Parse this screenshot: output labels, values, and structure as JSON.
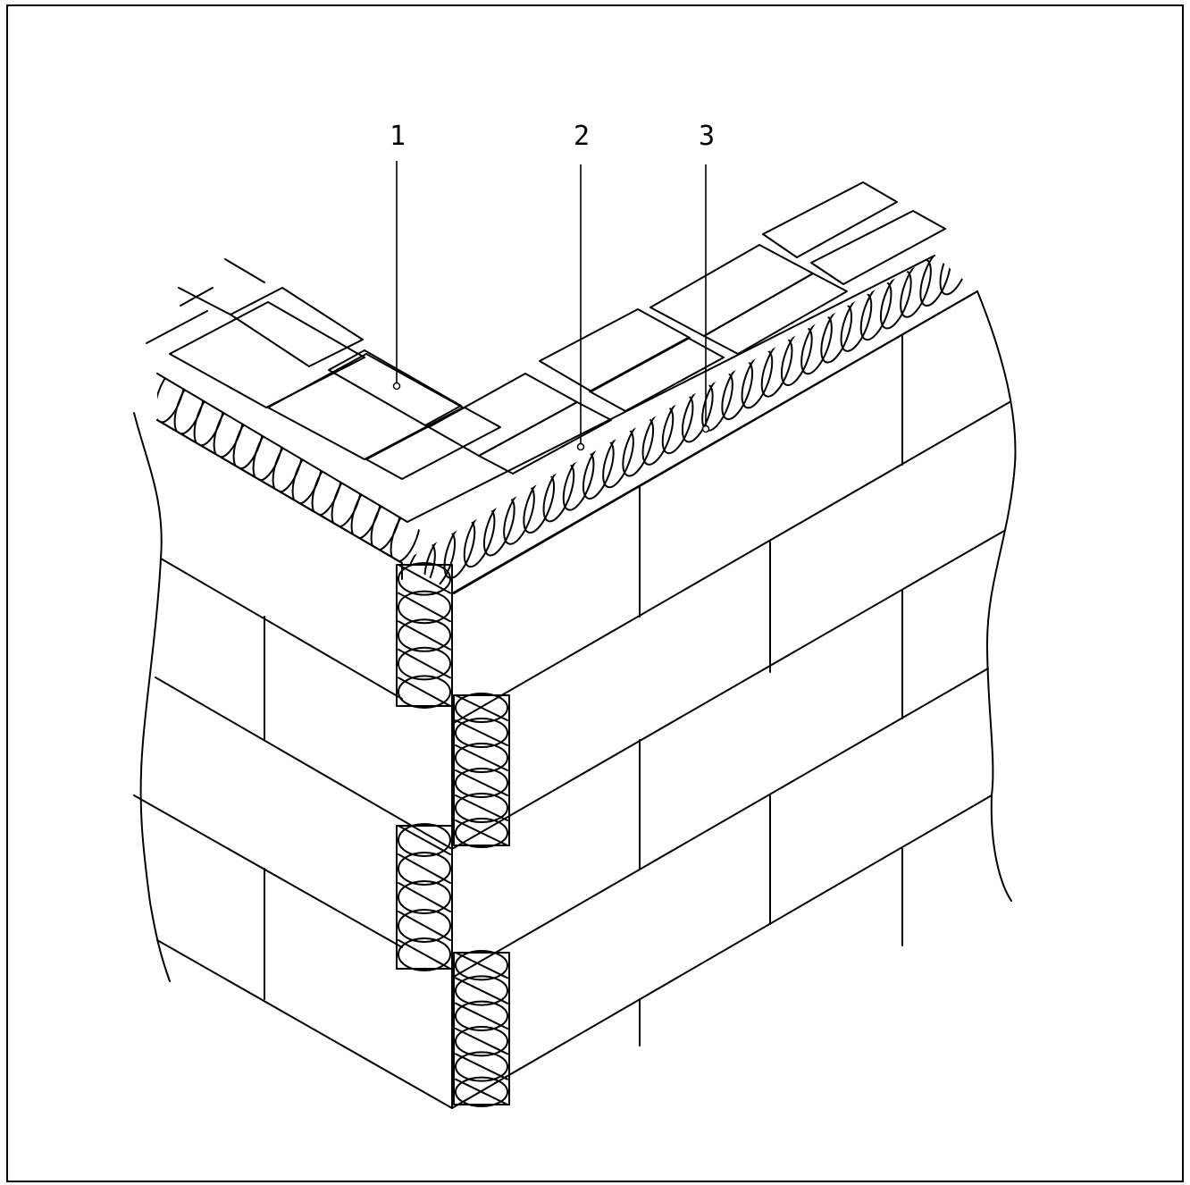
{
  "diagram": {
    "callouts": [
      {
        "id": "1",
        "text": "1"
      },
      {
        "id": "2",
        "text": "2"
      },
      {
        "id": "3",
        "text": "3"
      }
    ]
  }
}
